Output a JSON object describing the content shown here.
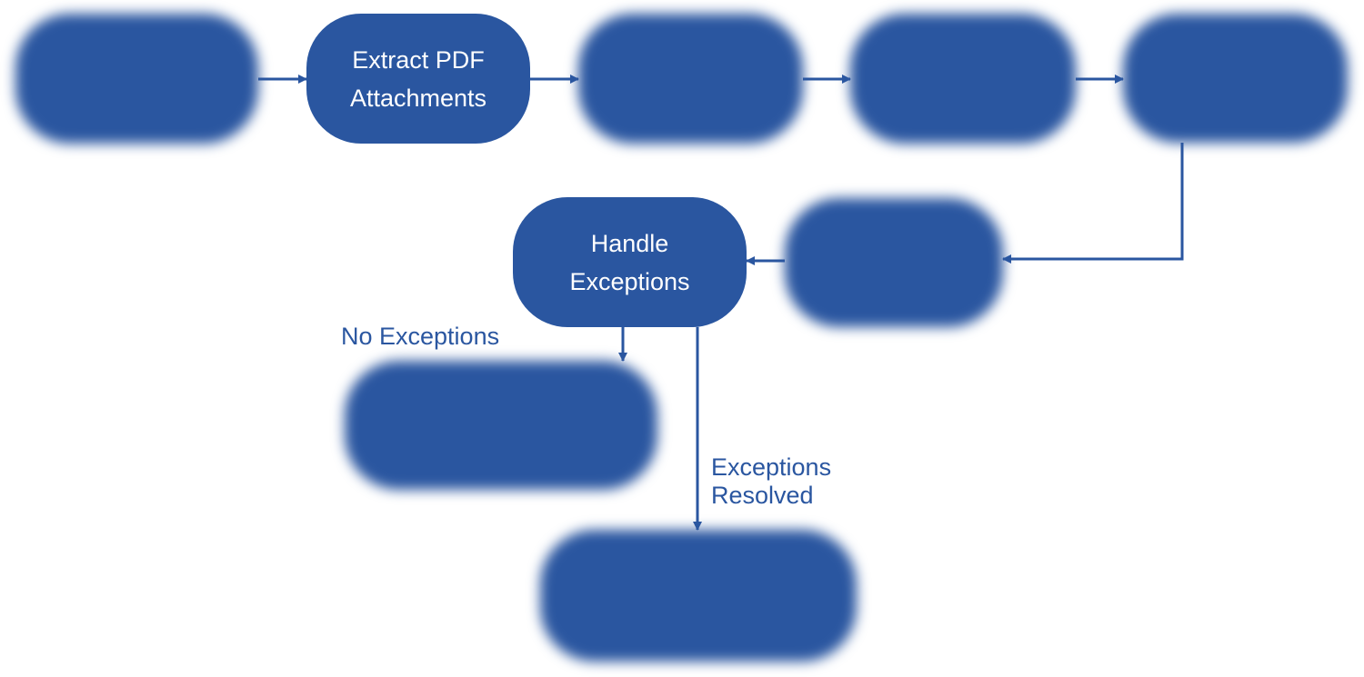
{
  "colors": {
    "node_fill": "#2a56a0",
    "node_text": "#ffffff",
    "connector": "#2a56a0",
    "edge_label": "#2a56a0",
    "background": "#ffffff"
  },
  "nodes": {
    "receive_invoices": {
      "lines": [
        "",
        ""
      ],
      "blurred": true
    },
    "extract_pdf": {
      "lines": [
        "Extract PDF",
        "Attachments"
      ],
      "blurred": false
    },
    "upload_pdfs": {
      "lines": [
        "",
        ""
      ],
      "blurred": true
    },
    "process_pdfs": {
      "lines": [
        "",
        ""
      ],
      "blurred": true
    },
    "validate_data": {
      "lines": [
        "",
        ""
      ],
      "blurred": true
    },
    "post_data": {
      "lines": [
        "",
        ""
      ],
      "blurred": true
    },
    "handle_exceptions": {
      "lines": [
        "Handle",
        "Exceptions"
      ],
      "blurred": false
    },
    "generate_reports": {
      "lines": [
        "",
        ""
      ],
      "blurred": true
    },
    "archive_invoices": {
      "lines": [
        "",
        ""
      ],
      "blurred": true
    }
  },
  "edge_labels": {
    "no_exceptions": "No Exceptions",
    "exceptions_resolved_line1": "Exceptions",
    "exceptions_resolved_line2": "Resolved"
  }
}
